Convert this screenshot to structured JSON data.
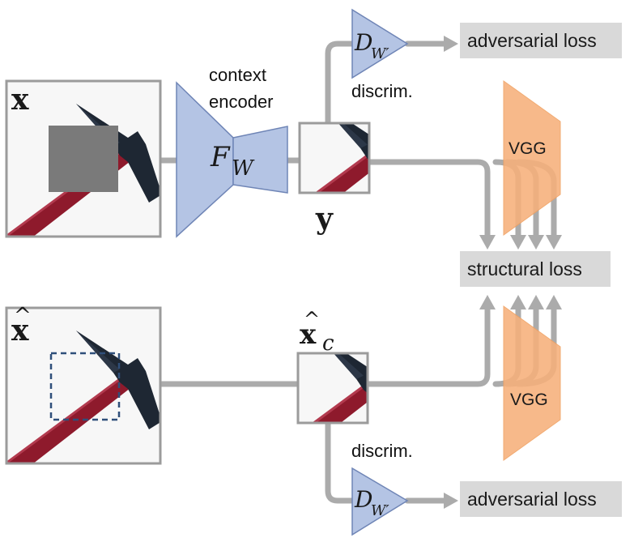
{
  "encoder": {
    "label_line1": "context",
    "label_line2": "encoder",
    "symbol": "F",
    "subscript": "W"
  },
  "discriminators": {
    "top": {
      "label": "discrim.",
      "symbol": "D",
      "subscript": "W′"
    },
    "bottom": {
      "label": "discrim.",
      "symbol": "D",
      "subscript": "W′"
    }
  },
  "losses": {
    "adversarial_top": "adversarial loss",
    "structural": "structural loss",
    "adversarial_bottom": "adversarial loss"
  },
  "vgg": {
    "top": "VGG",
    "bottom": "VGG"
  },
  "images": {
    "x_label": "x",
    "xhat_label": "x",
    "xhat_hat": "^",
    "y_label": "y",
    "xc_label": "x",
    "xc_hat": "^",
    "xc_subscript": "c"
  },
  "colors": {
    "encoder_fill": "#b4c4e4",
    "vgg_fill": "#f7b07b",
    "connector": "#ababab",
    "loss_box": "#d9d9d9",
    "mask": "#7a7a7a",
    "dashed_box": "#2f4f7a",
    "axe_handle": "#8e1a2c",
    "axe_head": "#1e2733"
  }
}
